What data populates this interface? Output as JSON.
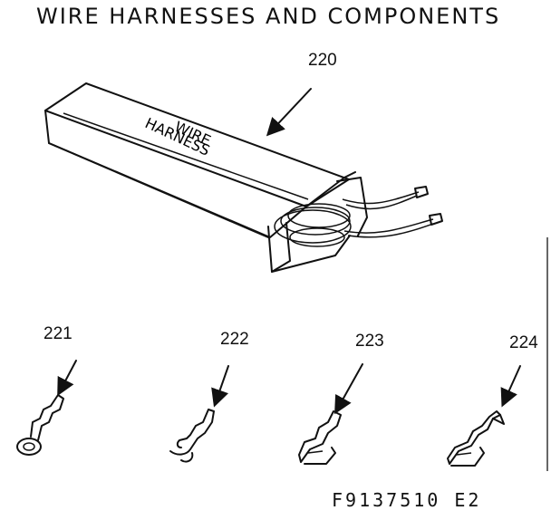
{
  "title": "WIRE HARNESSES AND COMPONENTS",
  "parts": [
    {
      "number": "220"
    },
    {
      "number": "221"
    },
    {
      "number": "222"
    },
    {
      "number": "223"
    },
    {
      "number": "224"
    }
  ],
  "box_lettering": [
    "WIRE",
    "HARNESS"
  ],
  "figure_code": "F9137510   E2"
}
